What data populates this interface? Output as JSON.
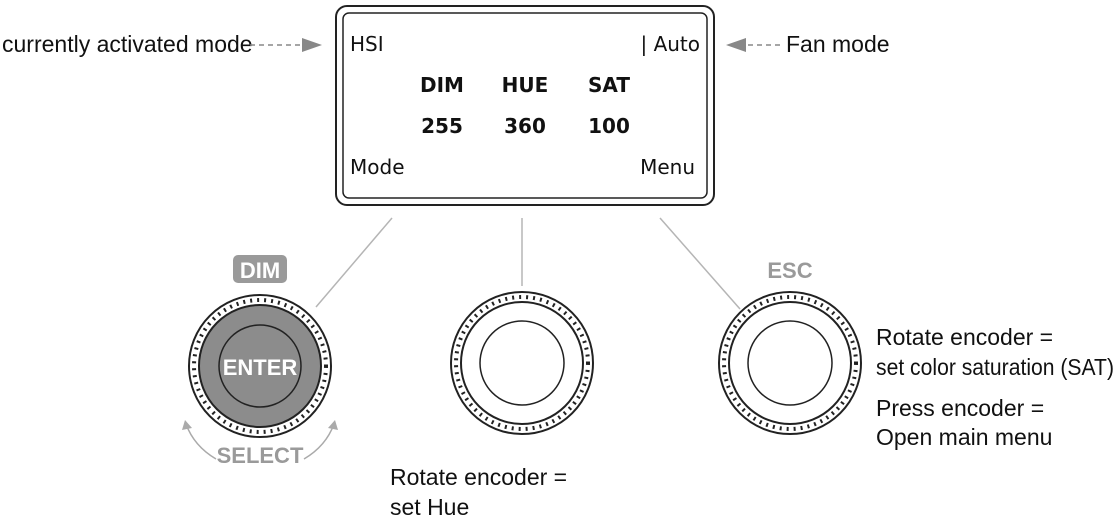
{
  "display": {
    "mode_name": "HSI",
    "fan_indicator": "| Auto",
    "columns": [
      {
        "header": "DIM",
        "value": "255"
      },
      {
        "header": "HUE",
        "value": "360"
      },
      {
        "header": "SAT",
        "value": "100"
      }
    ],
    "left_softkey": "Mode",
    "right_softkey": "Menu"
  },
  "callouts": {
    "mode": "currently activated mode",
    "fan": "Fan mode"
  },
  "encoders": {
    "left": {
      "top_label": "DIM",
      "center_label": "ENTER",
      "bottom_label": "SELECT"
    },
    "middle": {
      "line1": "Rotate encoder =",
      "line2": "set Hue"
    },
    "right": {
      "top_label": "ESC",
      "line1": "Rotate encoder =",
      "line2": "set color saturation (SAT)",
      "line3": "Press encoder =",
      "line4": "Open main menu"
    }
  },
  "colors": {
    "outline": "#222222",
    "grey_label": "#9a9a9a",
    "enter_fill": "#8c8c8c",
    "leader": "#b5b5b5"
  }
}
